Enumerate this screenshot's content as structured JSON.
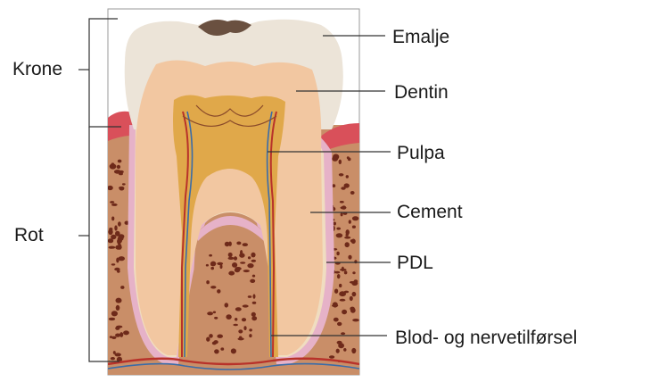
{
  "labels": {
    "krone": "Krone",
    "rot": "Rot",
    "emalje": "Emalje",
    "dentin": "Dentin",
    "pulpa": "Pulpa",
    "cement": "Cement",
    "pdl": "PDL",
    "blod": "Blod- og nervetilførsel"
  },
  "colors": {
    "enamel": "#ece4d8",
    "dentin": "#f2c7a1",
    "pulp": "#e0a84a",
    "bone": "#c98e68",
    "bone_spots": "#6e2a1a",
    "gum": "#d9505a",
    "pdl": "#e6b2c8",
    "cementum": "#f0ddc0",
    "vessel_red": "#b8322a",
    "vessel_blue": "#3a6ca8",
    "line": "#333333"
  }
}
